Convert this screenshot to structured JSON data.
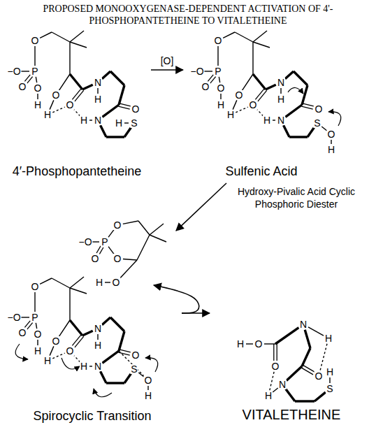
{
  "diagram": {
    "title": "PROPOSED MONOOXYGENASE-DEPENDENT ACTIVATION OF 4'-PHOSPHOPANTETHEINE TO VITALETHEINE",
    "nodes": [
      {
        "text": [
          "4′-Phosphopantetheine"
        ]
      },
      {
        "text": [
          "Sulfenic Acid"
        ]
      },
      {
        "text": [
          "Spirocyclic Transition"
        ]
      },
      {
        "text": [
          "VITALETHEINE"
        ]
      },
      {
        "text": [
          "Hydroxy-Pivalic Acid Cyclic Phosphoric Diester"
        ]
      }
    ],
    "edges": [
      {
        "from": 0,
        "to": 1,
        "label": "[O]",
        "arrow": "to"
      },
      {
        "from": 1,
        "to": 2,
        "arrow": "to"
      },
      {
        "from": 2,
        "to": 3,
        "arrow": "to"
      },
      {
        "from": 2,
        "to": 4,
        "arrow": "to"
      }
    ],
    "labels": [
      "−O",
      "P",
      "O",
      "O",
      "O",
      "H",
      "O",
      "H",
      "O",
      "N",
      "H",
      "O",
      "N",
      "H",
      "S",
      "H",
      "−O",
      "P",
      "O",
      "O",
      "O",
      "H",
      "O",
      "H",
      "O",
      "N",
      "H",
      "O",
      "N",
      "H",
      "S",
      "O",
      "H",
      "−O",
      "P",
      "O",
      "O",
      "O",
      "H",
      "O",
      "H",
      "O",
      "N",
      "H",
      "O",
      "N",
      "H",
      "S",
      "O",
      "H",
      "−O",
      "P",
      "O",
      "O",
      "O",
      "O",
      "H",
      "H",
      "O",
      "O",
      "N",
      "H",
      "O",
      "N",
      "H",
      "S",
      "H"
    ]
  }
}
